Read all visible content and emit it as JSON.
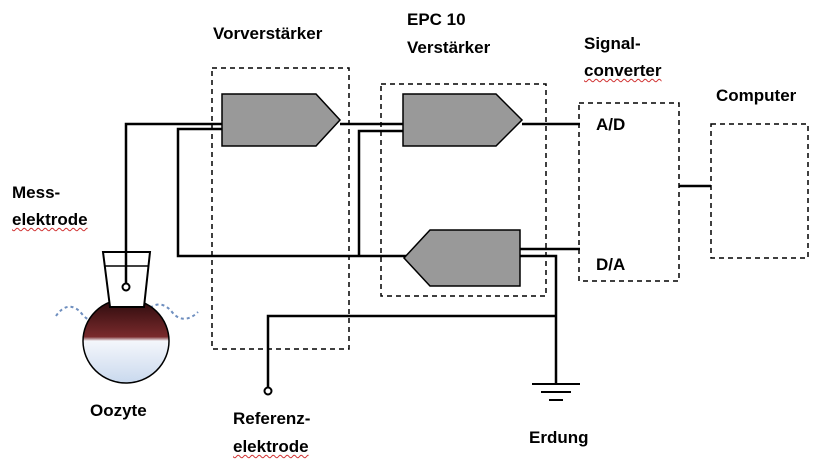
{
  "labels": {
    "vorverstaerker": "Vorverstärker",
    "epc_line1": "EPC 10",
    "epc_line2": "Verstärker",
    "signal_line1": "Signal-",
    "signal_line2": "converter",
    "computer": "Computer",
    "ad": "A/D",
    "da": "D/A",
    "mess_line1": "Mess-",
    "mess_line2": "elektrode",
    "oozyte": "Oozyte",
    "referenz_line1": "Referenz-",
    "referenz_line2": "elektrode",
    "erdung": "Erdung"
  },
  "colors": {
    "line": "#000000",
    "amplifier_fill": "#999999",
    "cell_dark": "#4a1416",
    "cell_light": "#dde8f5",
    "water": "#6f8fbf",
    "spellcheck": "#d03030"
  }
}
